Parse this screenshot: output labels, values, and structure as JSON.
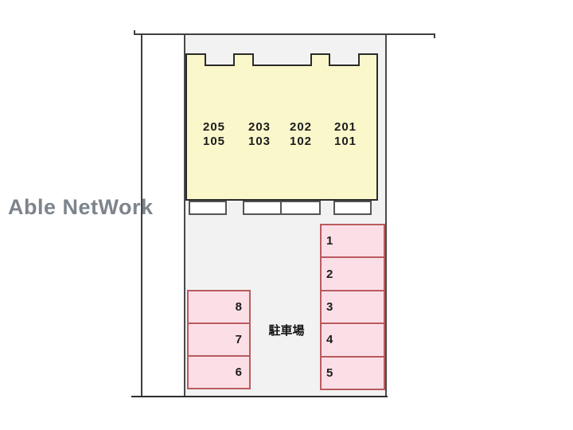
{
  "watermark": "Able NetWork",
  "building": {
    "unit_columns": [
      {
        "upper": "205",
        "lower": "105"
      },
      {
        "upper": "203",
        "lower": "103"
      },
      {
        "upper": "202",
        "lower": "102"
      },
      {
        "upper": "201",
        "lower": "101"
      }
    ]
  },
  "parking": {
    "label": "駐車場",
    "right_spots": [
      "1",
      "2",
      "3",
      "4",
      "5"
    ],
    "left_spots": [
      "8",
      "7",
      "6"
    ]
  },
  "colors": {
    "building_fill": "#faf7cb",
    "building_stroke": "#2b2b2b",
    "site_fill": "#f2f2f2",
    "site_border": "#4a4a4a",
    "parking_fill": "#fcdee6",
    "parking_border": "#b95b5e",
    "boundary_line": "#3f3f3f",
    "watermark_color": "#7d848c",
    "text_color": "#1c1c1c"
  }
}
